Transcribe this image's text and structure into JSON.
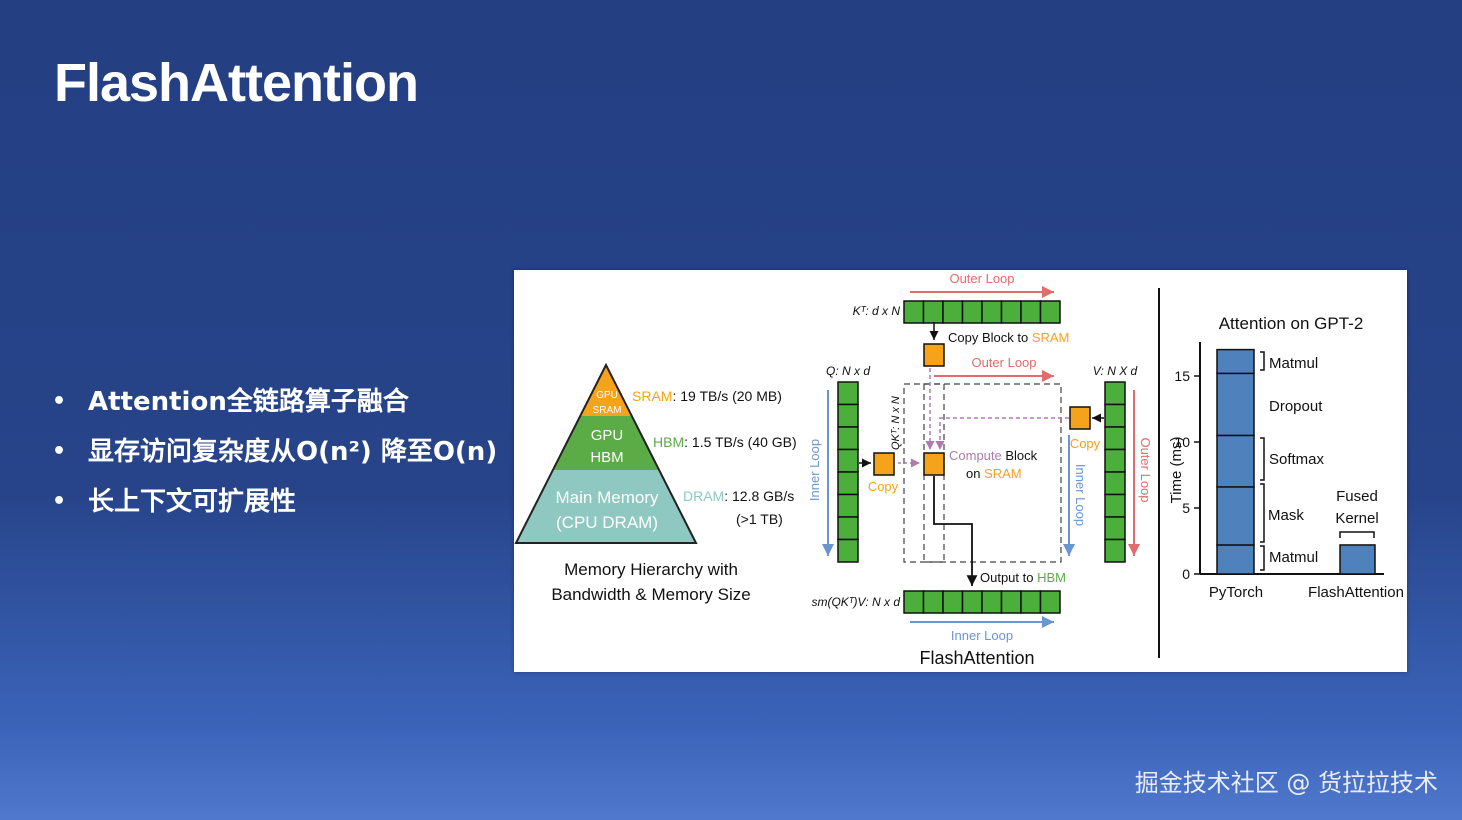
{
  "slide": {
    "title": "FlashAttention",
    "bullets": [
      "Attention全链路算子融合",
      "显存访问复杂度从O(n²) 降至O(n)",
      "长上下文可扩展性"
    ],
    "bullet_glyph": "•",
    "watermark": "掘金技术社区 @ 货拉拉技术"
  },
  "colors": {
    "background": "#27448a",
    "sram_orange": "#f5a31a",
    "hbm_green": "#5bac47",
    "dram_teal": "#8ec8c0",
    "block_green": "#4caf3c",
    "outer_loop_red": "#e06c6c",
    "inner_loop_blue": "#6a96d0",
    "compute_purple": "#b07ab0",
    "bar_blue": "#4f81bd"
  },
  "pyramid": {
    "sram_label_1": "GPU",
    "sram_label_2": "SRAM",
    "hbm_label_1": "GPU",
    "hbm_label_2": "HBM",
    "dram_label_1": "Main Memory",
    "dram_label_2": "(CPU DRAM)",
    "sram_name": "SRAM",
    "sram_spec": ": 19 TB/s (20 MB)",
    "hbm_name": "HBM",
    "hbm_spec": ": 1.5 TB/s (40 GB)",
    "dram_name": "DRAM",
    "dram_spec": ": 12.8 GB/s",
    "dram_spec_2": "(>1 TB)",
    "caption_1": "Memory Hierarchy with",
    "caption_2": "Bandwidth & Memory Size"
  },
  "flash": {
    "kt_label": "Kᵀ: d x N",
    "q_label": "Q: N x d",
    "v_label": "V: N X d",
    "qk_label": "QKᵀ: N x N",
    "out_label": "sm(QKᵀ)V: N x d",
    "outer_loop": "Outer Loop",
    "inner_loop": "Inner Loop",
    "copy_block_prefix": "Copy Block to ",
    "copy_block_target": "SRAM",
    "copy": "Copy",
    "compute_word": "Compute",
    "compute_rest": " Block",
    "on_word": "on ",
    "sram_word": "SRAM",
    "output_prefix": "Output to ",
    "output_target": "HBM",
    "caption": "FlashAttention"
  },
  "chart_data": {
    "type": "bar",
    "title": "Attention on GPT-2",
    "ylabel": "Time (ms)",
    "xlabel": "",
    "ylim": [
      0,
      17
    ],
    "yticks": [
      0,
      5,
      10,
      15
    ],
    "categories": [
      "PyTorch",
      "FlashAttention"
    ],
    "stacked": true,
    "series": [
      {
        "name": "Matmul",
        "stack": "PyTorch",
        "start": 0,
        "end": 2.2
      },
      {
        "name": "Mask",
        "stack": "PyTorch",
        "start": 2.2,
        "end": 6.6
      },
      {
        "name": "Softmax",
        "stack": "PyTorch",
        "start": 6.6,
        "end": 10.5
      },
      {
        "name": "Dropout",
        "stack": "PyTorch",
        "start": 10.5,
        "end": 15.2
      },
      {
        "name": "Matmul",
        "stack": "PyTorch",
        "start": 15.2,
        "end": 17
      },
      {
        "name": "Fused Kernel",
        "stack": "FlashAttention",
        "start": 0,
        "end": 2.2
      }
    ],
    "labels": {
      "matmul_top": "Matmul",
      "dropout": "Dropout",
      "softmax": "Softmax",
      "mask": "Mask",
      "matmul_bottom": "Matmul",
      "fused_1": "Fused",
      "fused_2": "Kernel"
    },
    "grid": false
  }
}
